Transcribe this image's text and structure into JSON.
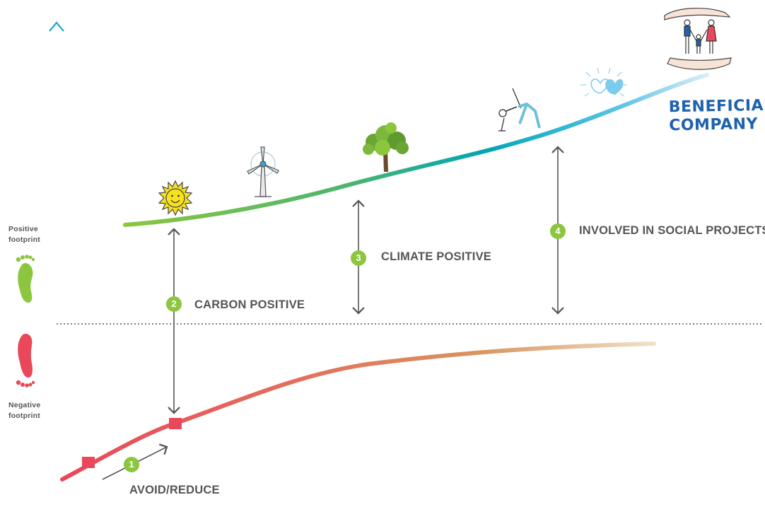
{
  "y_axis": {
    "positive_label_line1": "Positive",
    "positive_label_line2": "footprint",
    "negative_label_line1": "Negative",
    "negative_label_line2": "footprint"
  },
  "steps": [
    {
      "number": "1",
      "label": "AVOID/REDUCE"
    },
    {
      "number": "2",
      "label": "CARBON POSITIVE"
    },
    {
      "number": "3",
      "label": "CLIMATE POSITIVE"
    },
    {
      "number": "4",
      "label": "INVOLVED IN SOCIAL PROJECTS"
    }
  ],
  "goal": {
    "line1": "BENEFICIAL",
    "line2": "COMPANY"
  },
  "illustrations": [
    "sun-icon",
    "wind-turbine-icon",
    "tree-icon",
    "yoga-person-icon",
    "hearts-icon",
    "family-in-hands-icon"
  ],
  "colors": {
    "badge": "#8cc63f",
    "label_text": "#555555",
    "brand": "#1f63ad",
    "negative_curve_start": "#e8485a",
    "negative_curve_end": "#e8dcc0",
    "positive_curve_start": "#8cc63f",
    "positive_curve_mid": "#00a6b4",
    "positive_curve_end": "#d8eef8",
    "positive_footprint": "#8cc63f",
    "negative_footprint": "#e8485a"
  }
}
